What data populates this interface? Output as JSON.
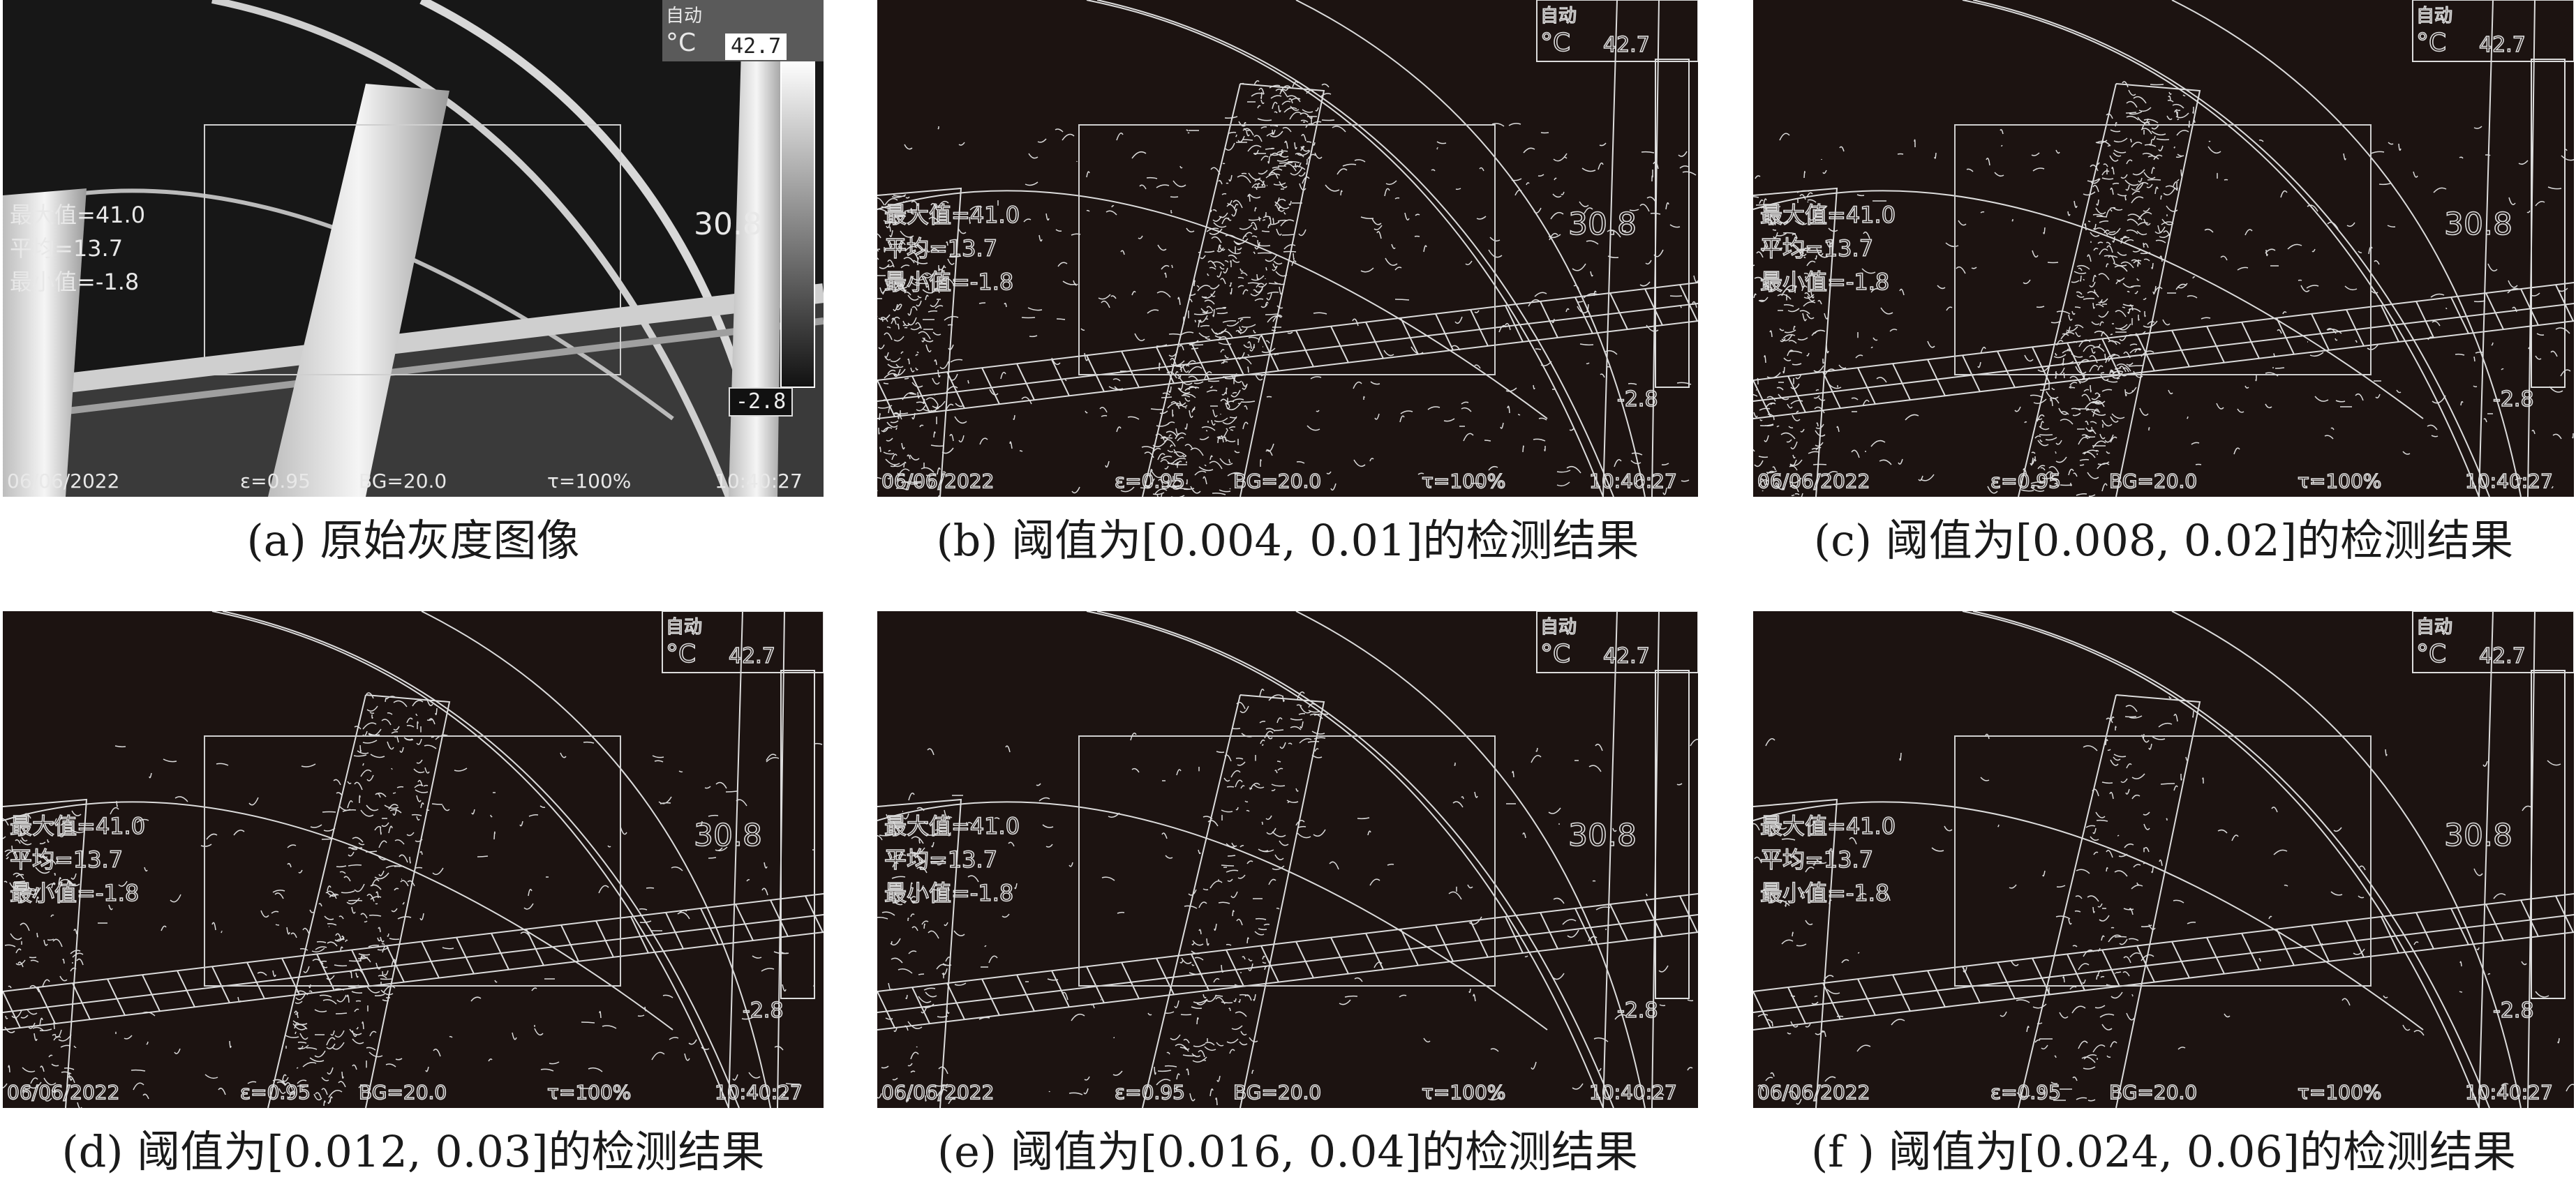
{
  "overlay": {
    "mode": "自动",
    "unit": "°C",
    "scale_max": "42.7",
    "scale_min": "-2.8",
    "spot_temp": "30.8",
    "stat_max": "最大值=41.0",
    "stat_avg": "平均=13.7",
    "stat_min": "最小值=-1.8",
    "date": "06/06/2022",
    "emissivity": "ε=0.95",
    "background": "BG=20.0",
    "transmission": "τ=100%",
    "time": "10:40:27"
  },
  "panels": [
    {
      "id": "a",
      "caption": "(a)  原始灰度图像",
      "kind": "gray",
      "edge_density": 0
    },
    {
      "id": "b",
      "caption": "(b)  阈值为[0.004, 0.01]的检测结果",
      "kind": "edge",
      "edge_density": 1.0
    },
    {
      "id": "c",
      "caption": "(c)  阈值为[0.008, 0.02]的检测结果",
      "kind": "edge",
      "edge_density": 0.8
    },
    {
      "id": "d",
      "caption": "(d)  阈值为[0.012, 0.03]的检测结果",
      "kind": "edge",
      "edge_density": 0.55
    },
    {
      "id": "e",
      "caption": "(e)  阈值为[0.016, 0.04]的检测结果",
      "kind": "edge",
      "edge_density": 0.4
    },
    {
      "id": "f",
      "caption": "(f ) 阈值为[0.024, 0.06]的检测结果",
      "kind": "edge",
      "edge_density": 0.25
    }
  ],
  "colors": {
    "frame_bg": "#1c1311",
    "edge": "#dcdcdc",
    "caption": "#1a1a1a"
  }
}
